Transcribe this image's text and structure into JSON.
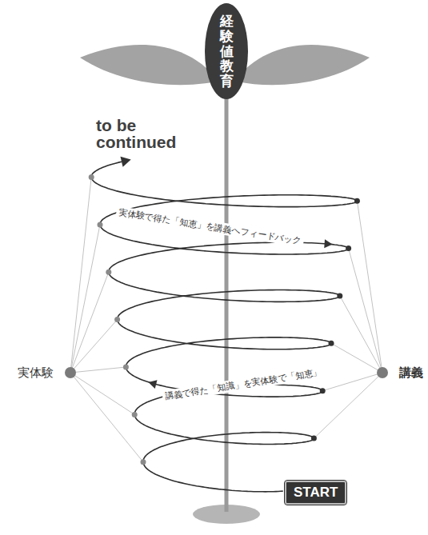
{
  "diagram": {
    "nodes": [
      {
        "text": [
          "経験値教育"
        ]
      },
      {
        "text": [
          "実体験"
        ]
      },
      {
        "text": [
          "講義"
        ]
      },
      {
        "text": [
          "START"
        ]
      }
    ],
    "labels": [
      "to be continued",
      "実体験で得た「知恵」を講義へフィードバック",
      "講義で得た「知識」を実体験で「知恵」"
    ]
  }
}
